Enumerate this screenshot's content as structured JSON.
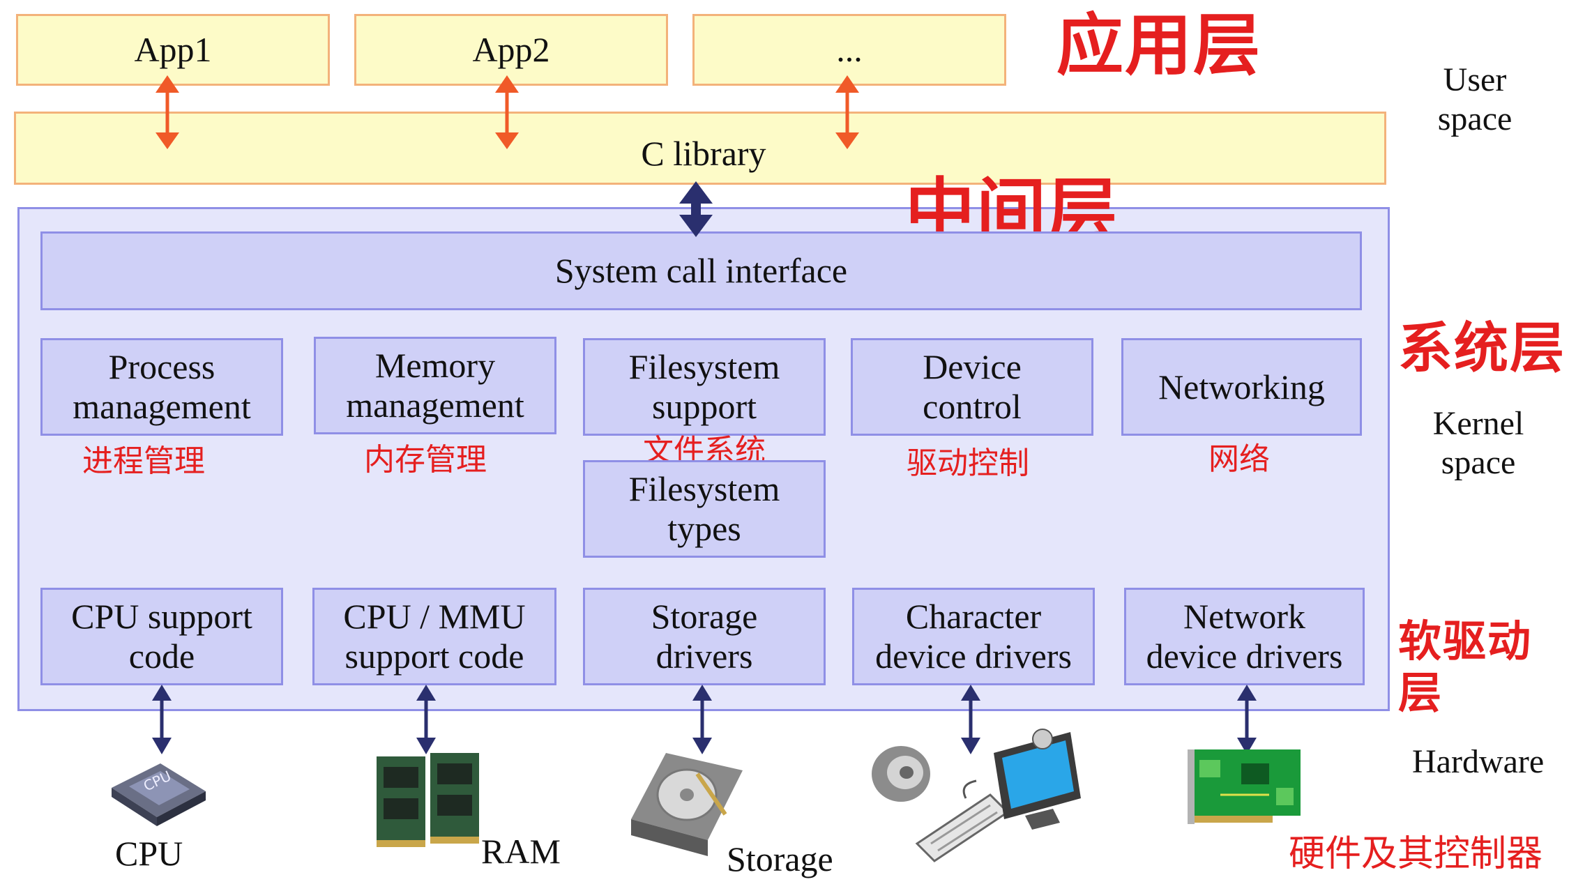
{
  "user_space": {
    "apps": [
      "App1",
      "App2",
      "..."
    ],
    "c_library": "C library",
    "side_label": "User\nspace",
    "cn_label": "应用层"
  },
  "kernel": {
    "cn_middle_label": "中间层",
    "syscall_interface": "System call interface",
    "cn_system_label": "系统层",
    "side_label": "Kernel\nspace",
    "subsystems": [
      {
        "label": "Process\nmanagement",
        "cn": "进程管理"
      },
      {
        "label": "Memory\nmanagement",
        "cn": "内存管理"
      },
      {
        "label": "Filesystem\nsupport",
        "cn": "文件系统"
      },
      {
        "label": "Device\ncontrol",
        "cn": "驱动控制"
      },
      {
        "label": "Networking",
        "cn": "网络"
      }
    ],
    "fs_types": "Filesystem\ntypes",
    "drivers": [
      "CPU support\ncode",
      "CPU / MMU\nsupport code",
      "Storage\ndrivers",
      "Character\ndevice drivers",
      "Network\ndevice drivers"
    ],
    "cn_driver_label": "软驱动层"
  },
  "hardware": {
    "side_label": "Hardware",
    "items": [
      "CPU",
      "RAM",
      "Storage"
    ],
    "cn_label": "硬件及其控制器",
    "icons": [
      "cpu-chip-icon",
      "ram-module-icon",
      "hard-disk-icon",
      "speaker-icon",
      "keyboard-icon",
      "monitor-icon",
      "network-card-icon"
    ]
  },
  "colors": {
    "user_fill": "#fdfbc8",
    "user_border": "#f3b27a",
    "kernel_fill": "#e5e6fb",
    "box_fill": "#cfd0f7",
    "box_border": "#8f8fe6",
    "orange_arrow": "#f05a28",
    "navy_arrow": "#2a2f6e",
    "red_text": "#e51f1f"
  }
}
